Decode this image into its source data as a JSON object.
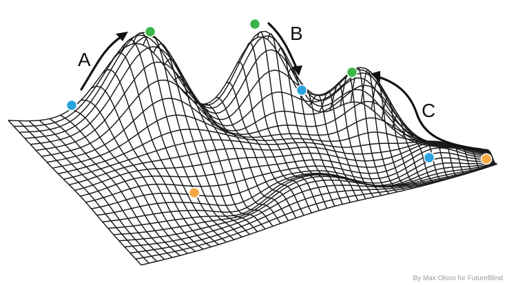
{
  "labels": {
    "a": "A",
    "b": "B",
    "c": "C"
  },
  "credit": "By Max Olson for FutureBlind",
  "colors": {
    "mesh": "#1a1a1a",
    "arrow": "#111111",
    "peak": "#3bb54a",
    "valley": "#2ba3dd",
    "low": "#f5a742"
  },
  "markers": [
    {
      "role": "peak-point",
      "color_key": "peak"
    },
    {
      "role": "peak-point",
      "color_key": "peak"
    },
    {
      "role": "peak-point",
      "color_key": "peak"
    },
    {
      "role": "valley-point",
      "color_key": "valley"
    },
    {
      "role": "valley-point",
      "color_key": "valley"
    },
    {
      "role": "valley-point",
      "color_key": "valley"
    },
    {
      "role": "low-point",
      "color_key": "low"
    },
    {
      "role": "low-point",
      "color_key": "low"
    }
  ]
}
